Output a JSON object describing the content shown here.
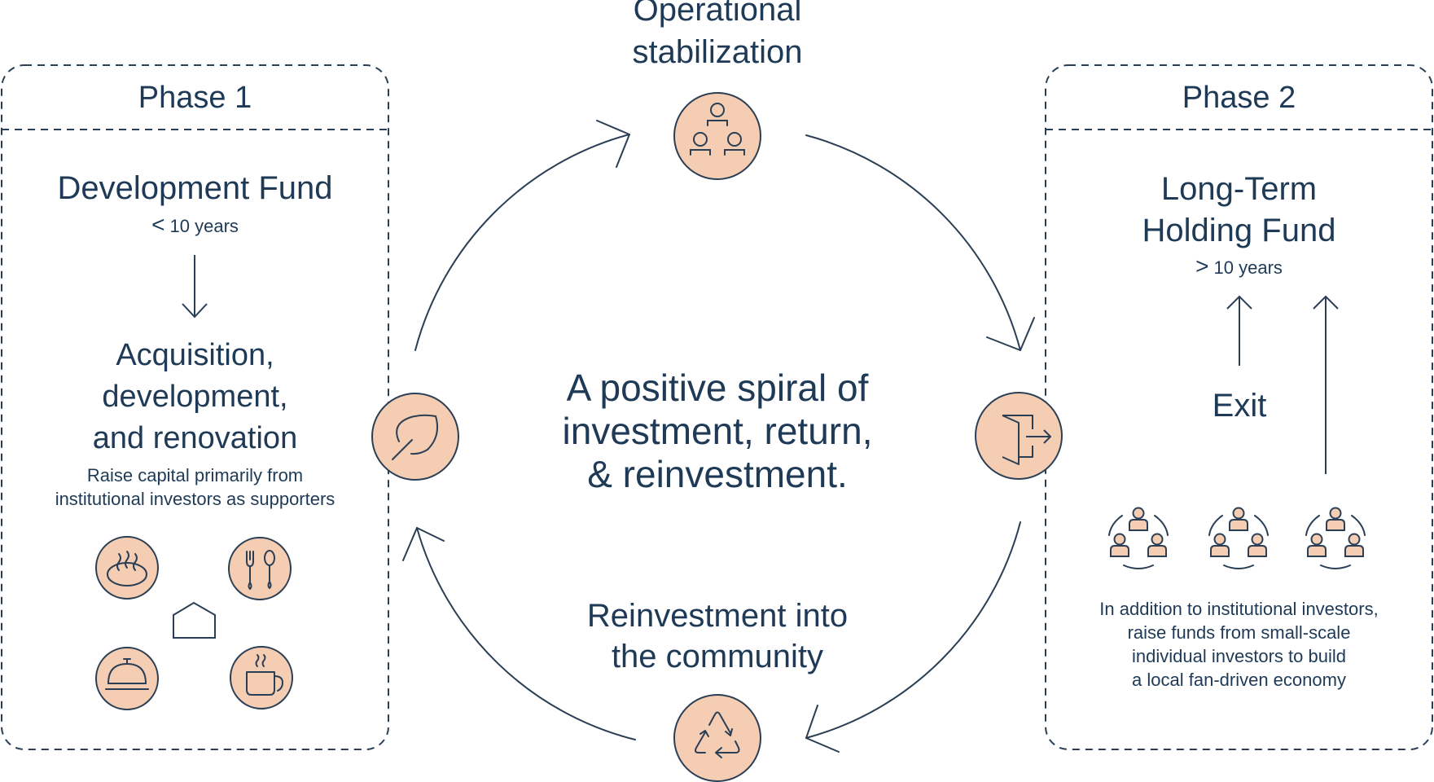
{
  "colors": {
    "ink": "#1e3a56",
    "node_fill": "#f4cdb3",
    "stroke": "#2a3f55"
  },
  "center": {
    "lines": [
      "A positive spiral of",
      "investment, return,",
      "& reinvestment."
    ]
  },
  "cycle": {
    "top": {
      "label_lines": [
        "Operational",
        "stabilization"
      ],
      "icon": "people-group-icon"
    },
    "right": {
      "icon": "exit-door-icon"
    },
    "bottom": {
      "label_lines": [
        "Reinvestment into",
        "the community"
      ],
      "icon": "recycle-icon"
    },
    "left": {
      "icon": "leaf-icon"
    }
  },
  "phase1": {
    "title": "Phase 1",
    "fund_name": "Development Fund",
    "duration_symbol": "<",
    "duration": "10 years",
    "activity_lines": [
      "Acquisition,",
      "development,",
      "and renovation"
    ],
    "description_lines": [
      "Raise capital primarily from",
      "institutional investors as supporters"
    ],
    "icons": [
      "hot-spring-icon",
      "cutlery-icon",
      "house-icon",
      "cloche-icon",
      "coffee-cup-icon"
    ]
  },
  "phase2": {
    "title": "Phase 2",
    "fund_name_lines": [
      "Long-Term",
      "Holding Fund"
    ],
    "duration_symbol": ">",
    "duration": "10 years",
    "exit_label": "Exit",
    "community_icons": [
      "community-group-icon",
      "community-group-icon",
      "community-group-icon"
    ],
    "description_lines": [
      "In addition to institutional investors,",
      "raise funds from small-scale",
      "individual investors to build",
      "a local fan-driven economy"
    ]
  }
}
